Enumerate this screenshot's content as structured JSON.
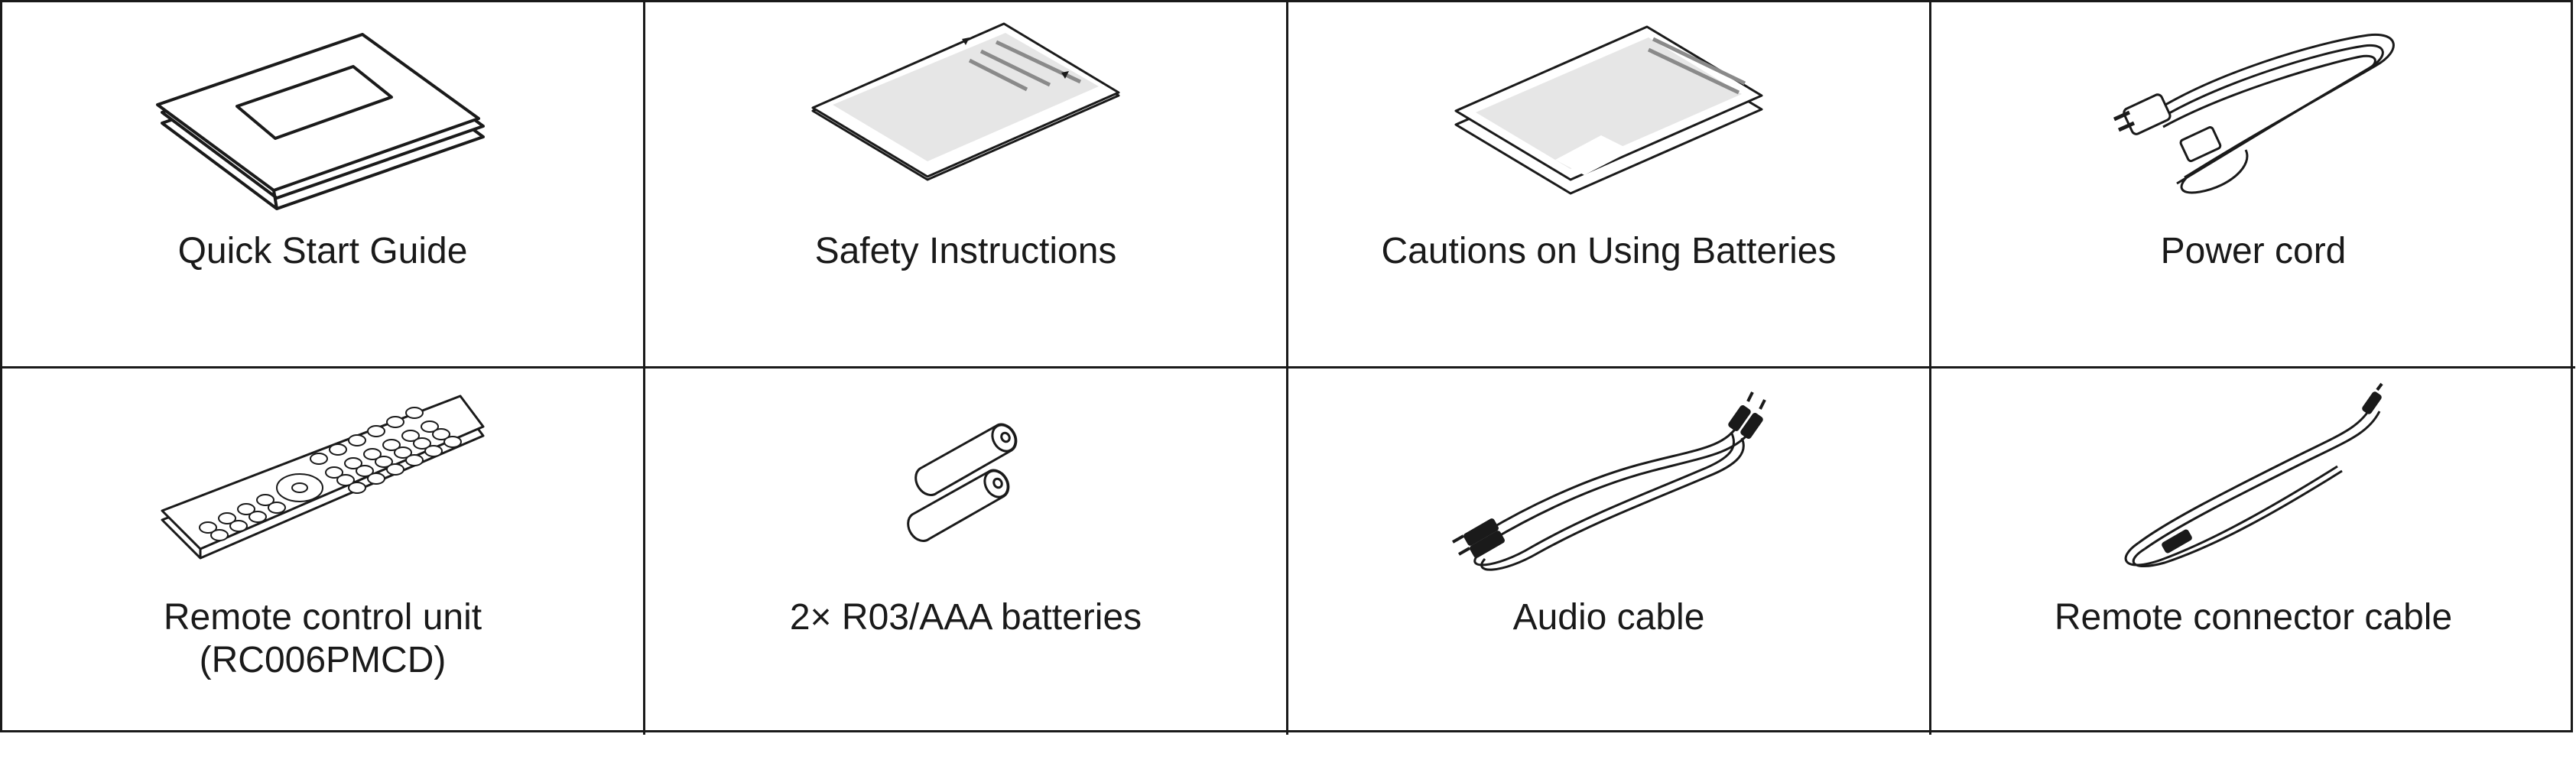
{
  "items": [
    {
      "label": "Quick Start Guide",
      "icon": "quick-start-guide-icon"
    },
    {
      "label": "Safety Instructions",
      "icon": "safety-instructions-icon"
    },
    {
      "label": "Cautions on Using Batteries",
      "icon": "battery-cautions-icon"
    },
    {
      "label": "Power cord",
      "icon": "power-cord-icon"
    },
    {
      "label": "Remote control unit",
      "label2": "(RC006PMCD)",
      "icon": "remote-control-icon"
    },
    {
      "label": "2× R03/AAA batteries",
      "icon": "batteries-icon"
    },
    {
      "label": "Audio cable",
      "icon": "audio-cable-icon"
    },
    {
      "label": "Remote connector cable",
      "icon": "remote-connector-cable-icon"
    }
  ],
  "colors": {
    "line": "#1a1a1a",
    "fill": "#e6e6e6",
    "stripe": "#8a8a8a"
  }
}
